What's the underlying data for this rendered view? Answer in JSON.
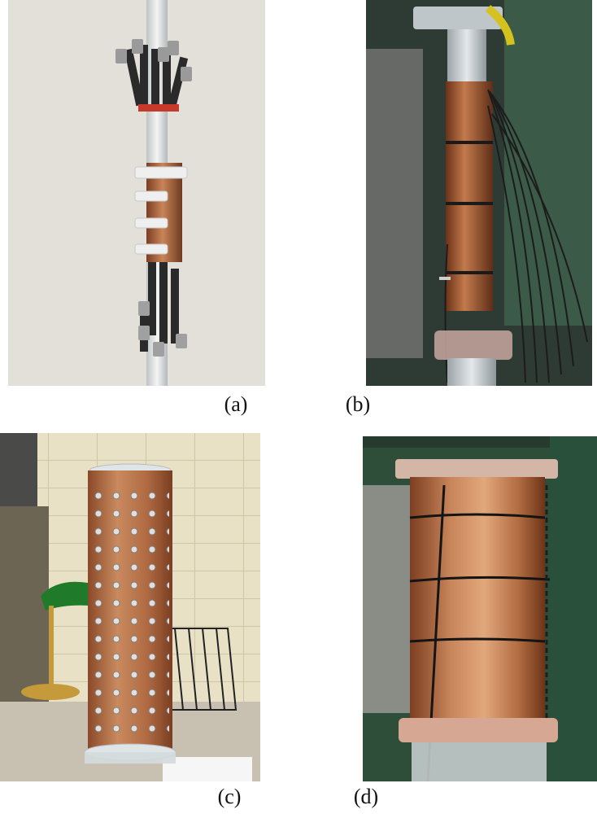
{
  "captions": {
    "a": "(a)",
    "b": "(b)",
    "c": "(c)",
    "d": "(d)"
  },
  "colors": {
    "copper": "#c07a4e",
    "copper_dark": "#8a4a2a",
    "wall_light": "#e6e3de",
    "wall_green": "#3a5a44",
    "acrylic": "#d8dde0"
  }
}
